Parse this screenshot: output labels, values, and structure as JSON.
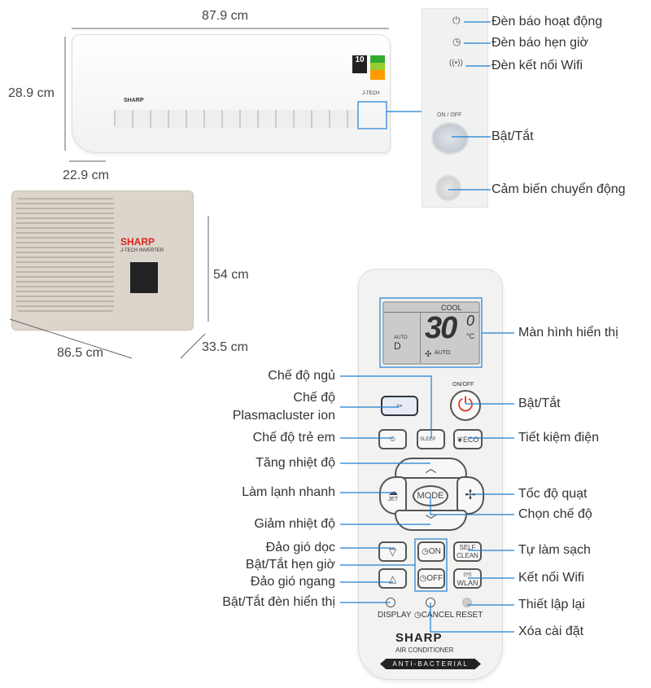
{
  "dimensions": {
    "indoor_width": "87.9 cm",
    "indoor_height": "28.9 cm",
    "indoor_depth": "22.9 cm",
    "outdoor_height": "54 cm",
    "outdoor_width": "86.5 cm",
    "outdoor_depth": "33.5 cm"
  },
  "indoor": {
    "brand": "SHARP",
    "badge": "10",
    "tech": "J-TECH"
  },
  "outdoor": {
    "brand": "SHARP",
    "tech": "J-TECH INVERTER"
  },
  "panel": {
    "onoff_text": "ON / OFF",
    "labels": {
      "power_light": "Đèn báo hoạt động",
      "timer_light": "Đèn báo hẹn giờ",
      "wifi_light": "Đèn kết nối Wifi",
      "power_button": "Bật/Tắt",
      "motion_sensor": "Cảm biến chuyển động"
    }
  },
  "remote": {
    "lcd": {
      "mode": "COOL",
      "temp": "30",
      "decimal": "0",
      "unit": "°C",
      "left_mode": "AUTO",
      "left_letter": "D",
      "fan": "AUTO"
    },
    "buttons": {
      "onoff": "ON/OFF",
      "ion": "Ion",
      "sleep": "SLEEP",
      "eco": "ECO",
      "jet": "JET",
      "mode": "MODE",
      "timer_on": "ON",
      "timer_off": "OFF",
      "self_clean": "SELF CLEAN",
      "wlan": "WLAN",
      "display": "DISPLAY",
      "cancel": "CANCEL",
      "reset": "RESET"
    },
    "brand": "SHARP",
    "subtitle": "AIR CONDITIONER",
    "band": "ANTI-BACTERIAL",
    "left_labels": {
      "sleep": "Chế độ ngủ",
      "plasma_1": "Chế độ",
      "plasma_2": "Plasmacluster ion",
      "child": "Chế độ trẻ em",
      "temp_up": "Tăng nhiệt độ",
      "jet": "Làm lạnh nhanh",
      "temp_down": "Giảm nhiệt độ",
      "swing_v": "Đảo gió dọc",
      "timer": "Bật/Tắt hẹn giờ",
      "swing_h": "Đảo gió ngang",
      "display": "Bật/Tắt đèn hiển thị"
    },
    "right_labels": {
      "screen": "Màn hình hiển thị",
      "power": "Bật/Tắt",
      "eco": "Tiết kiệm điện",
      "fan": "Tốc độ quạt",
      "mode": "Chọn chế độ",
      "self_clean": "Tự làm sạch",
      "wifi": "Kết nối Wifi",
      "reset": "Thiết lập lại",
      "cancel": "Xóa cài đặt"
    }
  },
  "colors": {
    "callout": "#1e7fd4",
    "power_red": "#e53b2c"
  }
}
